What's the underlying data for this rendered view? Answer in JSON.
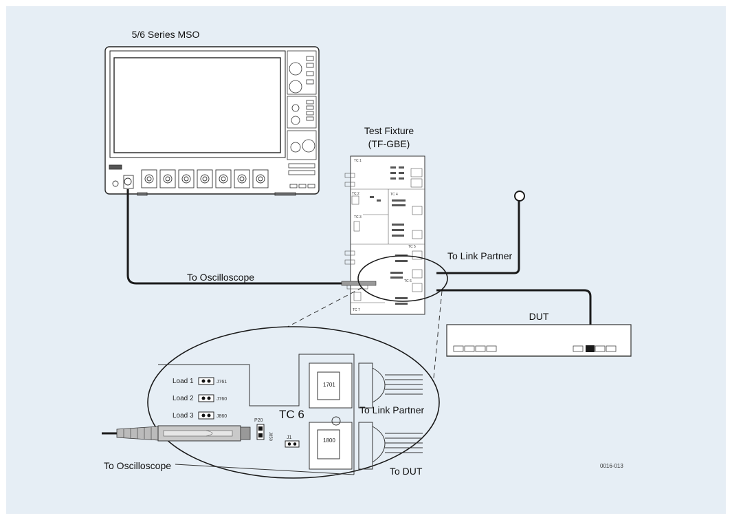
{
  "scope": {
    "title": "5/6 Series MSO"
  },
  "fixture": {
    "title_line1": "Test Fixture",
    "title_line2": "(TF-GBE)",
    "tc_labels": [
      "TC 1",
      "TC 2",
      "TC 3",
      "TC 4",
      "TC 5",
      "TC 6",
      "TC 7"
    ]
  },
  "labels": {
    "to_oscilloscope_top": "To Oscilloscope",
    "to_link_partner_top": "To Link Partner",
    "dut": "DUT",
    "to_oscilloscope_bottom": "To Oscilloscope",
    "to_link_partner_zoom": "To Link Partner",
    "to_dut_zoom": "To DUT",
    "figure_id": "0016-013"
  },
  "zoom": {
    "tc_label": "TC 6",
    "loads": [
      {
        "name": "Load 1",
        "jumper": "J761"
      },
      {
        "name": "Load 2",
        "jumper": "J760"
      },
      {
        "name": "Load 3",
        "jumper": "J860"
      }
    ],
    "p20": "P20",
    "j850": "J850",
    "j1": "J1",
    "conn_top": "1701",
    "conn_bottom": "1800"
  },
  "colors": {
    "background": "#e6eef5",
    "line": "#1a1a1a"
  }
}
